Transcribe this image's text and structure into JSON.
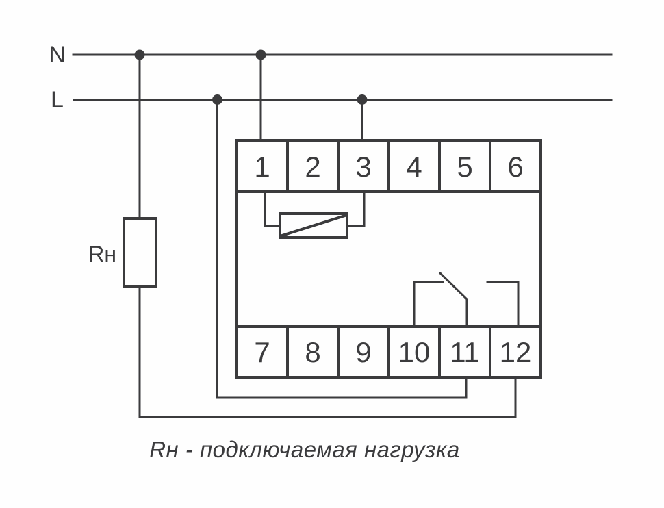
{
  "diagram": {
    "bus": {
      "neutral_label": "N",
      "line_label": "L"
    },
    "load": {
      "label": "Rн"
    },
    "device": {
      "top_terminals": [
        "1",
        "2",
        "3",
        "4",
        "5",
        "6"
      ],
      "bottom_terminals": [
        "7",
        "8",
        "9",
        "10",
        "11",
        "12"
      ]
    },
    "caption": "Rн - подключаемая нагрузка",
    "colors": {
      "line": "#3b3b3d",
      "background": "#fefefe"
    }
  }
}
